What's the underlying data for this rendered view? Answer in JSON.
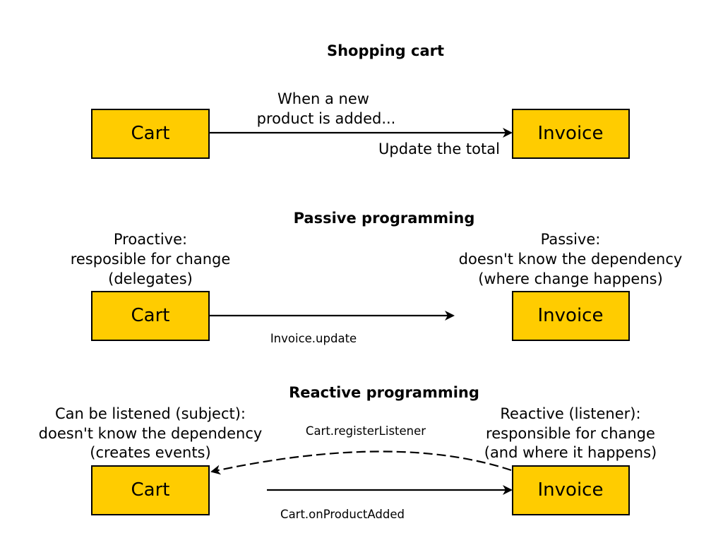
{
  "colors": {
    "box_fill": "#ffcc00",
    "stroke": "#000000"
  },
  "sections": {
    "shopping": {
      "title": "Shopping cart",
      "source_box": "Cart",
      "target_box": "Invoice",
      "arrow_label_line1": "When a new",
      "arrow_label_line2": "product is added...",
      "target_note": "Update the total"
    },
    "passive": {
      "title": "Passive programming",
      "source_note_line1": "Proactive:",
      "source_note_line2": "resposible for change",
      "source_note_line3": "(delegates)",
      "target_note_line1": "Passive:",
      "target_note_line2": "doesn't know the dependency",
      "target_note_line3": "(where change happens)",
      "source_box": "Cart",
      "target_box": "Invoice",
      "arrow_label": "Invoice.update"
    },
    "reactive": {
      "title": "Reactive programming",
      "source_note_line1": "Can be listened (subject):",
      "source_note_line2": "doesn't know the dependency",
      "source_note_line3": "(creates events)",
      "target_note_line1": "Reactive (listener):",
      "target_note_line2": "responsible for change",
      "target_note_line3": "(and where it happens)",
      "source_box": "Cart",
      "target_box": "Invoice",
      "dashed_arrow_label": "Cart.registerListener",
      "solid_arrow_label": "Cart.onProductAdded"
    }
  }
}
